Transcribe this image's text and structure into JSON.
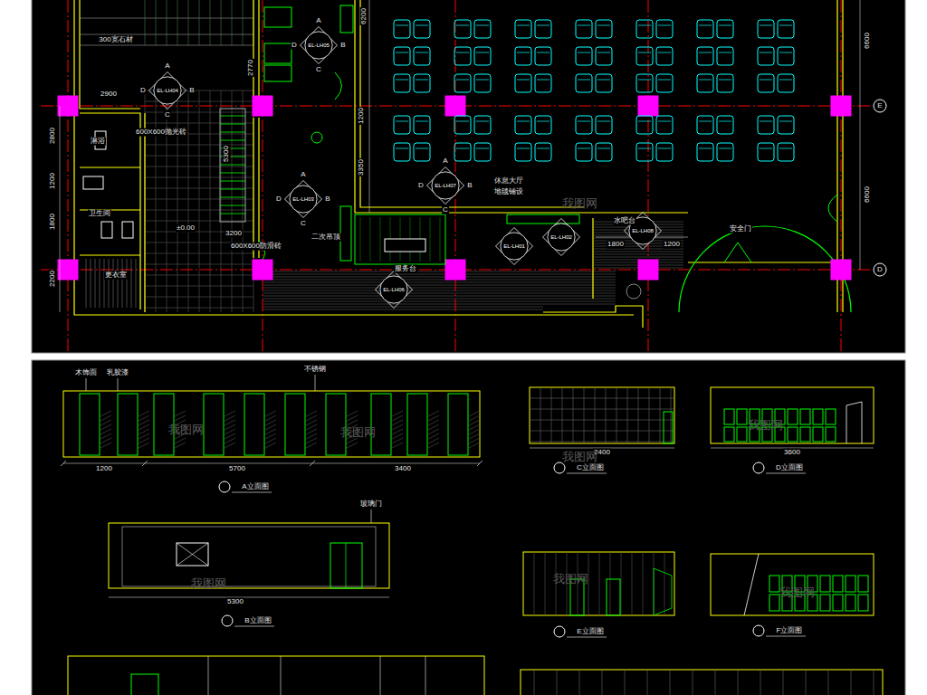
{
  "diagram": {
    "nodes": [
      {
        "text": [
          "EL-LH05"
        ]
      },
      {
        "text": [
          "EL-LH04"
        ]
      },
      {
        "text": [
          "EL-LH03"
        ]
      },
      {
        "text": [
          "EL-LH07"
        ]
      },
      {
        "text": [
          "EL-LH01"
        ]
      },
      {
        "text": [
          "EL-LH02"
        ]
      },
      {
        "text": [
          "EL-LH06"
        ]
      },
      {
        "text": [
          "EL-LH08"
        ]
      }
    ],
    "labels": [
      "6200",
      "6600",
      "6600",
      "2770",
      "1200",
      "3350",
      "2800",
      "1200",
      "1800",
      "2200",
      "5300",
      "2900",
      "1800",
      "1200",
      "3200",
      "E",
      "D",
      "300宽石材",
      "600X600抛光砖",
      "600X600防滑砖",
      "±0.00",
      "淋浴",
      "卫生间",
      "更衣室",
      "二次吊顶",
      "服务台",
      "休息大厅",
      "地毯铺设",
      "安全门",
      "水吧台",
      "A",
      "B",
      "C",
      "D",
      "A",
      "B",
      "C",
      "D",
      "A",
      "B",
      "C",
      "D",
      "A",
      "B",
      "C",
      "D",
      "木饰面",
      "乳胶漆",
      "不锈钢",
      "1200",
      "5700",
      "3400",
      "A立面图",
      "玻璃门",
      "5300",
      "B立面图",
      "C立面图",
      "D立面图",
      "E立面图",
      "F立面图",
      "2400",
      "3600",
      "我图网",
      "我图网",
      "我图网",
      "我图网",
      "我图网",
      "我图网",
      "我图网",
      "我图网"
    ]
  }
}
